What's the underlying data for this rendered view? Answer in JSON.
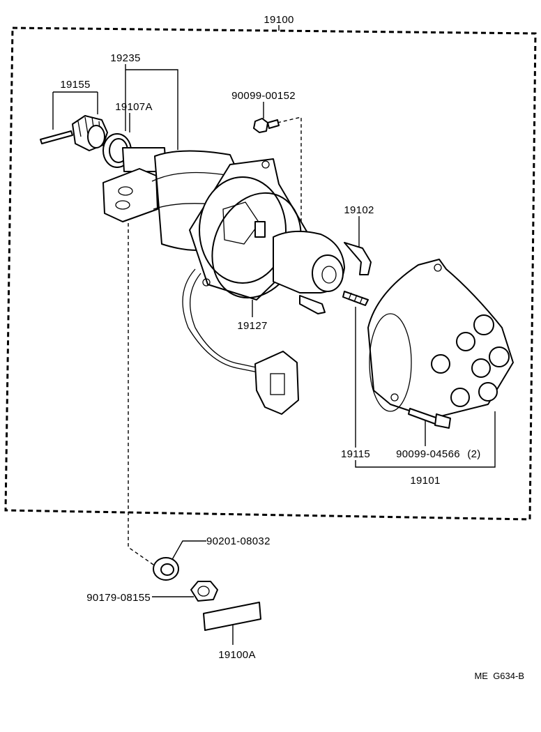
{
  "labels": {
    "assembly": "19100",
    "housing": "19235",
    "gear_kit": "19155",
    "o_ring": "19107A",
    "screw_top": "90099-00152",
    "rotor_contact": "19102",
    "gasket": "19127",
    "spring": "19115",
    "cap_screw": "90099-04566",
    "cap_screw_qty": "(2)",
    "cap": "19101",
    "washer": "90201-08032",
    "nut": "90179-08155",
    "label_plate": "19100A"
  },
  "reference": "ME  G634-B"
}
